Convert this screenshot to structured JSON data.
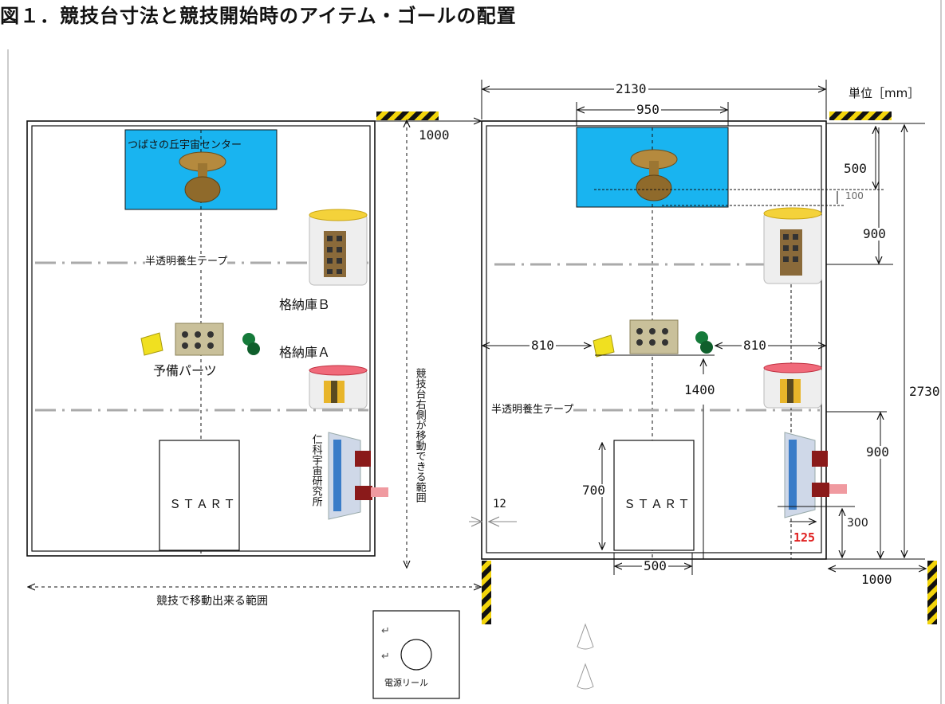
{
  "title": "図１．競技台寸法と競技開始時のアイテム・ゴールの配置",
  "unit_label": "単位［mm］",
  "left_board": {
    "goal_label": "つばさの丘宇宙センター",
    "tape_label": "半透明養生テープ",
    "storage_b_label": "格納庫Ｂ",
    "storage_a_label": "格納庫Ａ",
    "spare_parts_label": "予備パーツ",
    "start_label": "ＳＴＡＲＴ",
    "lab_label": "仁科宇宙研究所",
    "move_range_label": "競技で移動出来る範囲",
    "side_range_label": "競技台右側が移動できる範囲",
    "gap_dim": "1000"
  },
  "right_board": {
    "dims": {
      "width_total": "2130",
      "goal_width": "950",
      "goal_offset": "500",
      "small_offset": "100",
      "storage_b_offset": "900",
      "height_total": "2730",
      "left_810": "810",
      "right_810": "810",
      "center_1400": "1400",
      "start_height": "700",
      "start_width": "500",
      "bottom_900": "900",
      "lab_300": "300",
      "lab_125": "125",
      "edge_12": "12",
      "outer_1000": "1000"
    },
    "tape_label": "半透明養生テープ",
    "start_label": "ＳＴＡＲＴ"
  },
  "reel_label": "電源リール"
}
